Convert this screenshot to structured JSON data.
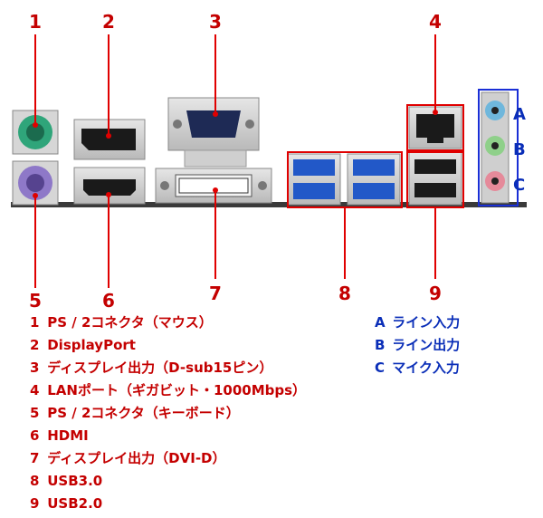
{
  "callouts": [
    {
      "id": "1",
      "label": "1"
    },
    {
      "id": "2",
      "label": "2"
    },
    {
      "id": "3",
      "label": "3"
    },
    {
      "id": "4",
      "label": "4"
    },
    {
      "id": "5",
      "label": "5"
    },
    {
      "id": "6",
      "label": "6"
    },
    {
      "id": "7",
      "label": "7"
    },
    {
      "id": "8",
      "label": "8"
    },
    {
      "id": "9",
      "label": "9"
    },
    {
      "id": "A",
      "label": "A"
    },
    {
      "id": "B",
      "label": "B"
    },
    {
      "id": "C",
      "label": "C"
    }
  ],
  "legend_left": [
    {
      "key": "1",
      "text": "PS / 2コネクタ（マウス）"
    },
    {
      "key": "2",
      "text": "DisplayPort"
    },
    {
      "key": "3",
      "text": "ディスプレイ出力（D-sub15ピン）"
    },
    {
      "key": "4",
      "text": "LANポート（ギガビット・1000Mbps）"
    },
    {
      "key": "5",
      "text": "PS / 2コネクタ（キーボード）"
    },
    {
      "key": "6",
      "text": "HDMI"
    },
    {
      "key": "7",
      "text": "ディスプレイ出力（DVI-D）"
    },
    {
      "key": "8",
      "text": "USB3.0"
    },
    {
      "key": "9",
      "text": "USB2.0"
    }
  ],
  "legend_right": [
    {
      "key": "A",
      "text": "ライン入力"
    },
    {
      "key": "B",
      "text": "ライン出力"
    },
    {
      "key": "C",
      "text": "マイク入力"
    }
  ],
  "colors": {
    "callout_line": "#e00000",
    "legend_text": "#c40000",
    "audio_label": "#0a2eb8",
    "ps2_mouse": "#2fa57a",
    "ps2_keyboard": "#8e78c8",
    "usb3_blue": "#2258c8",
    "line_in": "#6fb7dc",
    "line_out": "#8fd08a",
    "mic_in": "#e58a9a"
  }
}
